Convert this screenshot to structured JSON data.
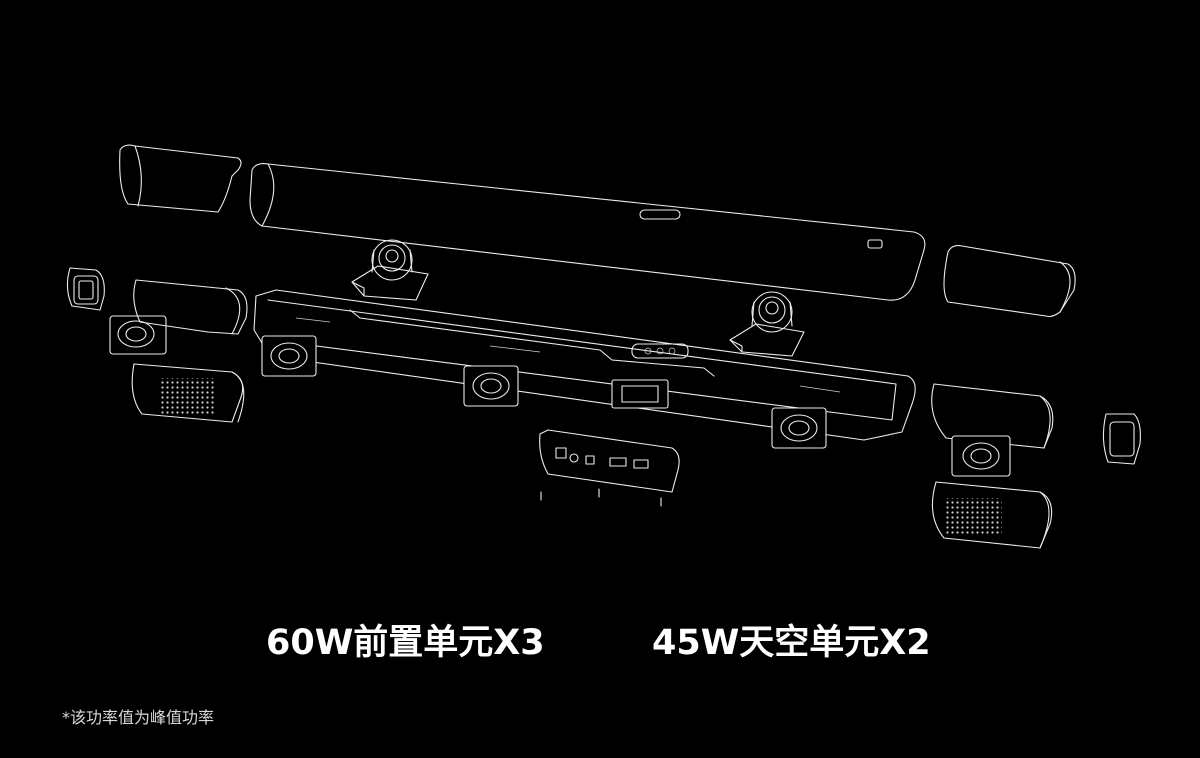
{
  "specs": {
    "front_units": "60W前置单元X3",
    "upfiring_units": "45W天空单元X2"
  },
  "footnote": "*该功率值为峰值功率",
  "illustration": {
    "subject": "exploded-view-soundbar-line-drawing",
    "line_color": "#ececec",
    "background_color": "#000000"
  }
}
